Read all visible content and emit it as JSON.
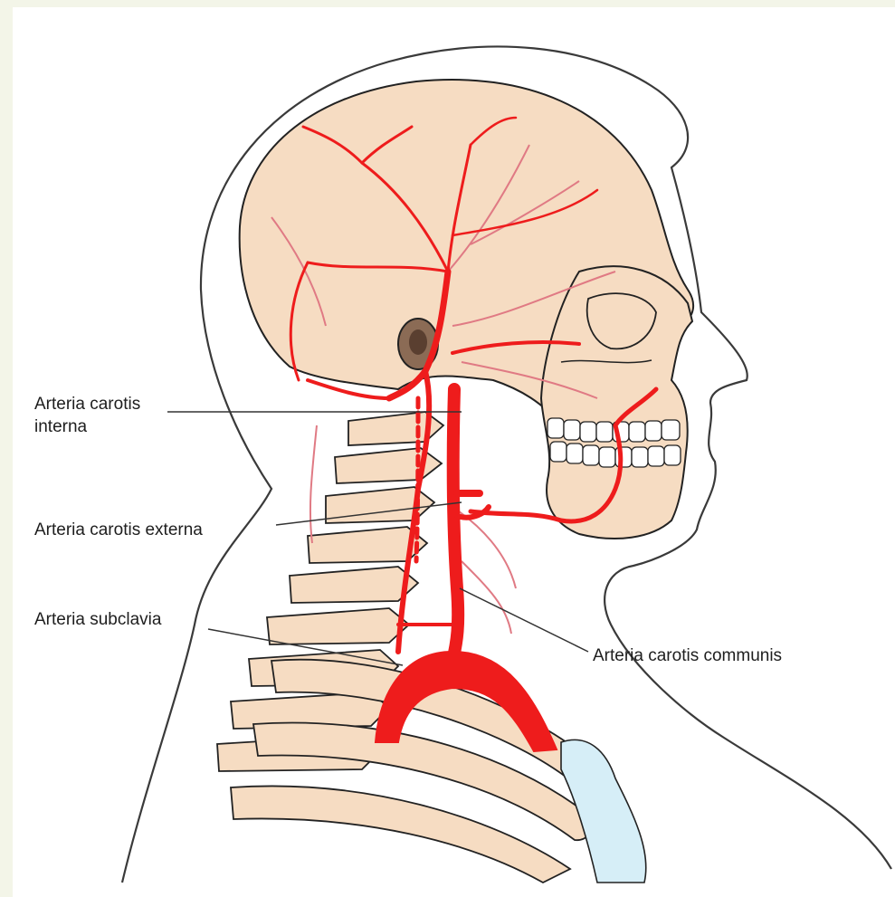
{
  "colors": {
    "page_background": "#f3f5e8",
    "skin_outline": "#3a3a3a",
    "bone": "#f6dcc2",
    "bone_outline": "#222222",
    "artery": "#ee1c1c",
    "minor_vessel": "#e07a84",
    "cartilage": "#d6eef7"
  },
  "labels": {
    "carotis_interna": [
      "Arteria carotis",
      "interna"
    ],
    "carotis_externa": "Arteria carotis externa",
    "subclavia": "Arteria subclavia",
    "carotis_communis": "Arteria carotis communis"
  }
}
